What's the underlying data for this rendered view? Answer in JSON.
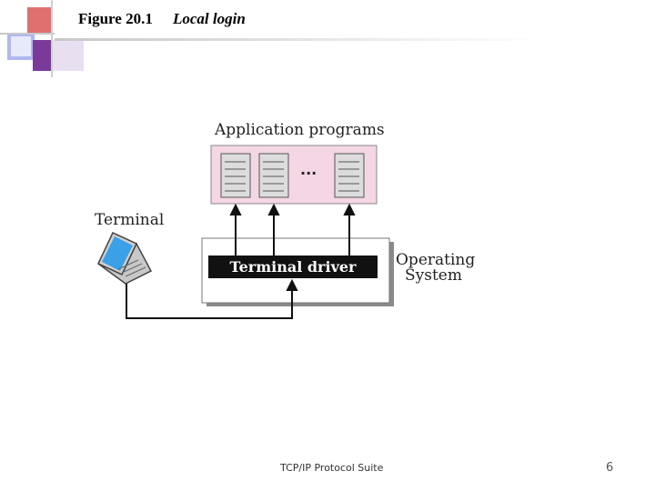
{
  "slide": {
    "figure_number": "Figure 20.1",
    "figure_caption": "Local login",
    "footer_text": "TCP/IP Protocol Suite",
    "page_number": "6"
  },
  "diagram": {
    "application_label": "Application programs",
    "ellipsis": "...",
    "terminal_label": "Terminal",
    "driver_label": "Terminal driver",
    "os_label_line1": "Operating",
    "os_label_line2": "System"
  },
  "colors": {
    "app_box_fill": "#f4d6e4",
    "driver_fill": "#111111",
    "os_box_shadow": "#8a8a8a",
    "laptop_screen": "#3aa0e8",
    "deco_red": "#d84a4a",
    "deco_purple": "#6b2a8a",
    "deco_blue": "#3a52b8"
  }
}
